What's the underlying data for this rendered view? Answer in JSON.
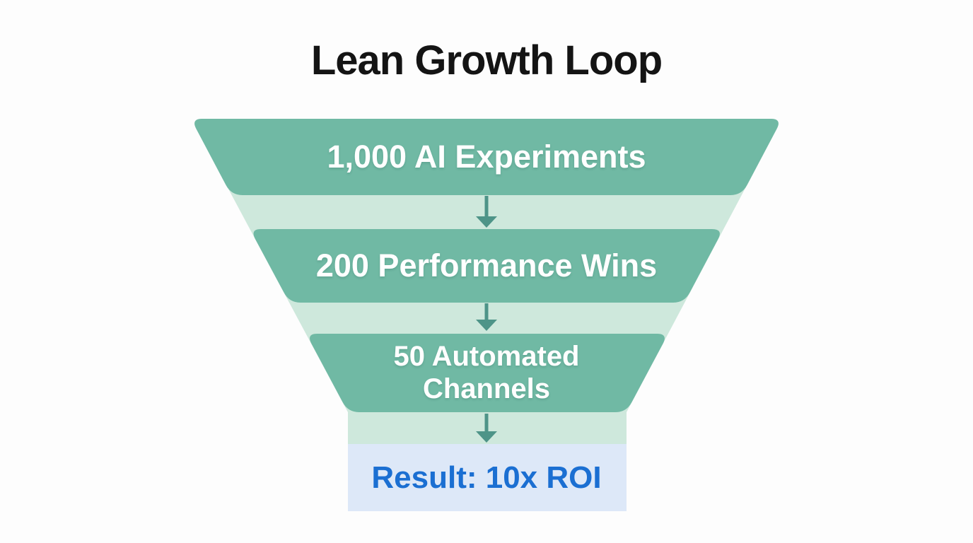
{
  "title": "Lean Growth Loop",
  "funnel": {
    "stages": [
      {
        "label": "1,000 AI Experiments"
      },
      {
        "label": "200 Performance Wins"
      },
      {
        "label": "50 Automated Channels"
      }
    ],
    "result": {
      "label": "Result: 10x ROI"
    }
  },
  "colors": {
    "stage_fill": "#70b9a4",
    "funnel_light": "#cee8dc",
    "arrow": "#4e9488",
    "result_bg": "#dde8f8",
    "result_text": "#1b6fd2",
    "stage_text": "#ffffff",
    "title_text": "#141414"
  }
}
